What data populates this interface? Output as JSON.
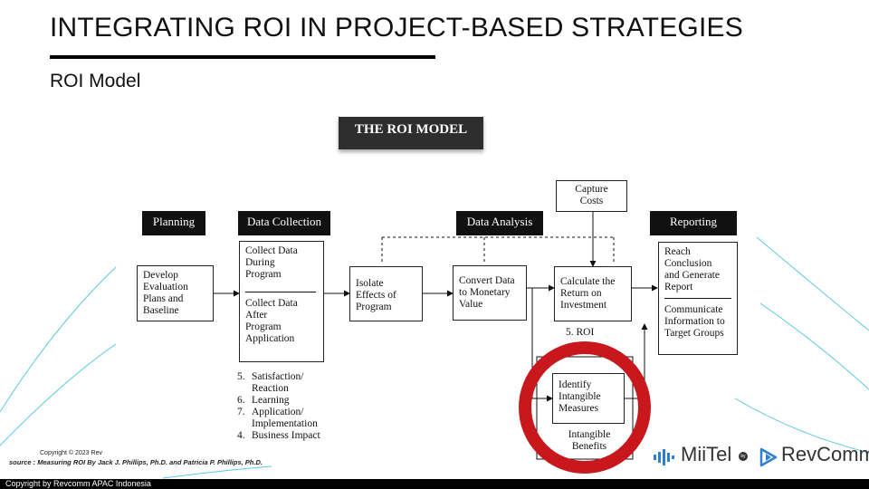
{
  "slide": {
    "title": "INTEGRATING ROI IN PROJECT-BASED STRATEGIES",
    "subtitle": "ROI Model"
  },
  "diagram": {
    "heading": "THE ROI MODEL",
    "stages": [
      "Planning",
      "Data Collection",
      "Data Analysis",
      "Reporting"
    ],
    "capture_costs": [
      "Capture",
      "Costs"
    ],
    "develop": [
      "Develop",
      "Evaluation",
      "Plans and",
      "Baseline"
    ],
    "collect_during": [
      "Collect Data",
      "During",
      "Program"
    ],
    "collect_after": [
      "Collect Data",
      "After",
      "Program",
      "Application"
    ],
    "isolate": [
      "Isolate",
      "Effects of",
      "Program"
    ],
    "convert": [
      "Convert Data",
      "to Monetary",
      "Value"
    ],
    "calculate": [
      "Calculate the",
      "Return on",
      "Investment"
    ],
    "roi_label": "5.   ROI",
    "reach": [
      "Reach",
      "Conclusion",
      "and Generate",
      "Report"
    ],
    "communicate": [
      "Communicate",
      "Information to",
      "Target Groups"
    ],
    "identify": [
      "Identify",
      "Intangible",
      "Measures"
    ],
    "intangible_benefits": [
      "Intangible",
      "Benefits"
    ],
    "levels": [
      {
        "num": "5.",
        "text": [
          "Satisfaction/",
          "Reaction"
        ]
      },
      {
        "num": "6.",
        "text": [
          "Learning"
        ]
      },
      {
        "num": "7.",
        "text": [
          "Application/",
          "Implementation"
        ]
      },
      {
        "num": "4.",
        "text": [
          "Business Impact"
        ]
      }
    ]
  },
  "footer": {
    "copyright_small": "Copyright © 2023 Rev",
    "source": "source : Measuring ROI  By Jack J. Phillips, Ph.D. and Patricia P. Phillips, Ph.D.",
    "copyright_bar": "Copyright  by Revcomm APAC Indonesia"
  },
  "logos": {
    "miitel": "MiiTel",
    "by": "by",
    "revcomm": "RevComm"
  },
  "colors": {
    "accent_lines": "#5bc8e6",
    "highlight_ring": "#c8181e",
    "logo_blue": "#2f7fd1"
  }
}
